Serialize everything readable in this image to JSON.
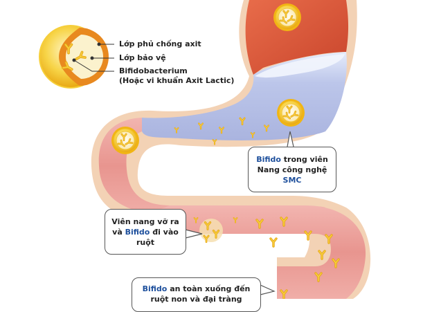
{
  "diagram": {
    "colors": {
      "highlight": "#1d4f9c",
      "stomach_wall": "#d9583a",
      "fluid": "#b9c4e6",
      "intestine": "#eba3a0",
      "tissue_outline": "#f3cfae",
      "capsule_gold": "#f5c518",
      "capsule_orange": "#e87a1c"
    },
    "legend": {
      "items": [
        {
          "label": "Lớp phủ chống axit"
        },
        {
          "label": "Lớp bảo vệ"
        },
        {
          "label": "Bifidobacterium"
        },
        {
          "label": "(Hoặc vi khuẩn Axit Lactic)"
        }
      ]
    },
    "callouts": [
      {
        "id": "capsule-in-stomach",
        "lines": [
          {
            "highlight": "Bifido",
            "text": " trong viên"
          },
          {
            "text": "Nang công nghệ"
          },
          {
            "highlight": "SMC"
          }
        ]
      },
      {
        "id": "capsule-breaks",
        "lines": [
          {
            "text": "Viên nang vỡ ra"
          },
          {
            "pre": "và ",
            "highlight": "Bifido",
            "text": " đi vào"
          },
          {
            "text": "ruột"
          }
        ]
      },
      {
        "id": "safe-to-intestine",
        "lines": [
          {
            "highlight": "Bifido",
            "text": " an toàn xuống đến"
          },
          {
            "text": "ruột non và đại tràng"
          }
        ]
      }
    ]
  }
}
